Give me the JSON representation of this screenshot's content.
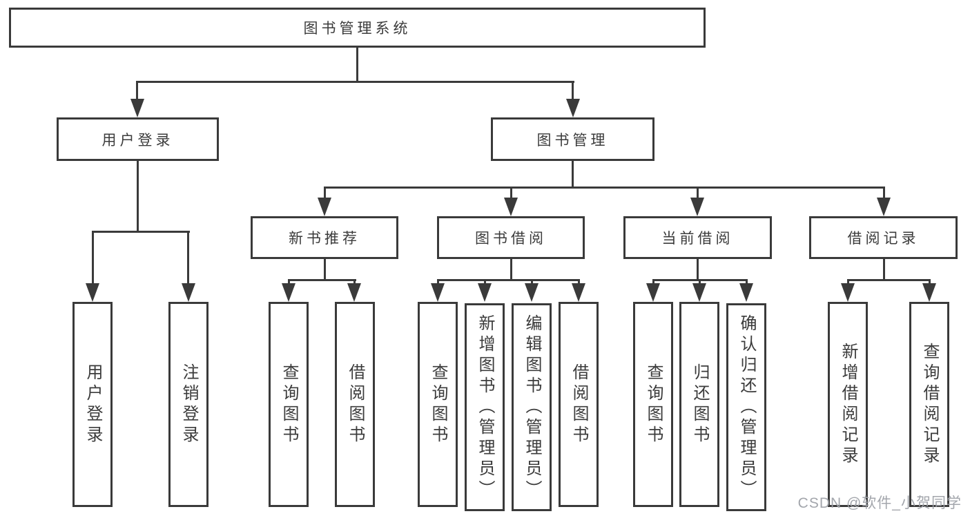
{
  "tree": {
    "root": {
      "label": "图书管理系统"
    },
    "branches": [
      {
        "label": "用户登录",
        "children": [
          {
            "label": "用户登录"
          },
          {
            "label": "注销登录"
          }
        ]
      },
      {
        "label": "图书管理",
        "children": [
          {
            "label": "新书推荐",
            "children": [
              {
                "label": "查询图书"
              },
              {
                "label": "借阅图书"
              }
            ]
          },
          {
            "label": "图书借阅",
            "children": [
              {
                "label": "查询图书"
              },
              {
                "label": "新增图书（管理员）"
              },
              {
                "label": "编辑图书（管理员）"
              },
              {
                "label": "借阅图书"
              }
            ]
          },
          {
            "label": "当前借阅",
            "children": [
              {
                "label": "查询图书"
              },
              {
                "label": "归还图书"
              },
              {
                "label": "确认归还（管理员）"
              }
            ]
          },
          {
            "label": "借阅记录",
            "children": [
              {
                "label": "新增借阅记录"
              },
              {
                "label": "查询借阅记录"
              }
            ]
          }
        ]
      }
    ]
  },
  "watermark": {
    "text": "CSDN @软件_小贺同学"
  },
  "colors": {
    "line": "#3a3a3a",
    "text": "#3b3b3b",
    "background": "#ffffff",
    "watermark": "#9ea1a8"
  }
}
